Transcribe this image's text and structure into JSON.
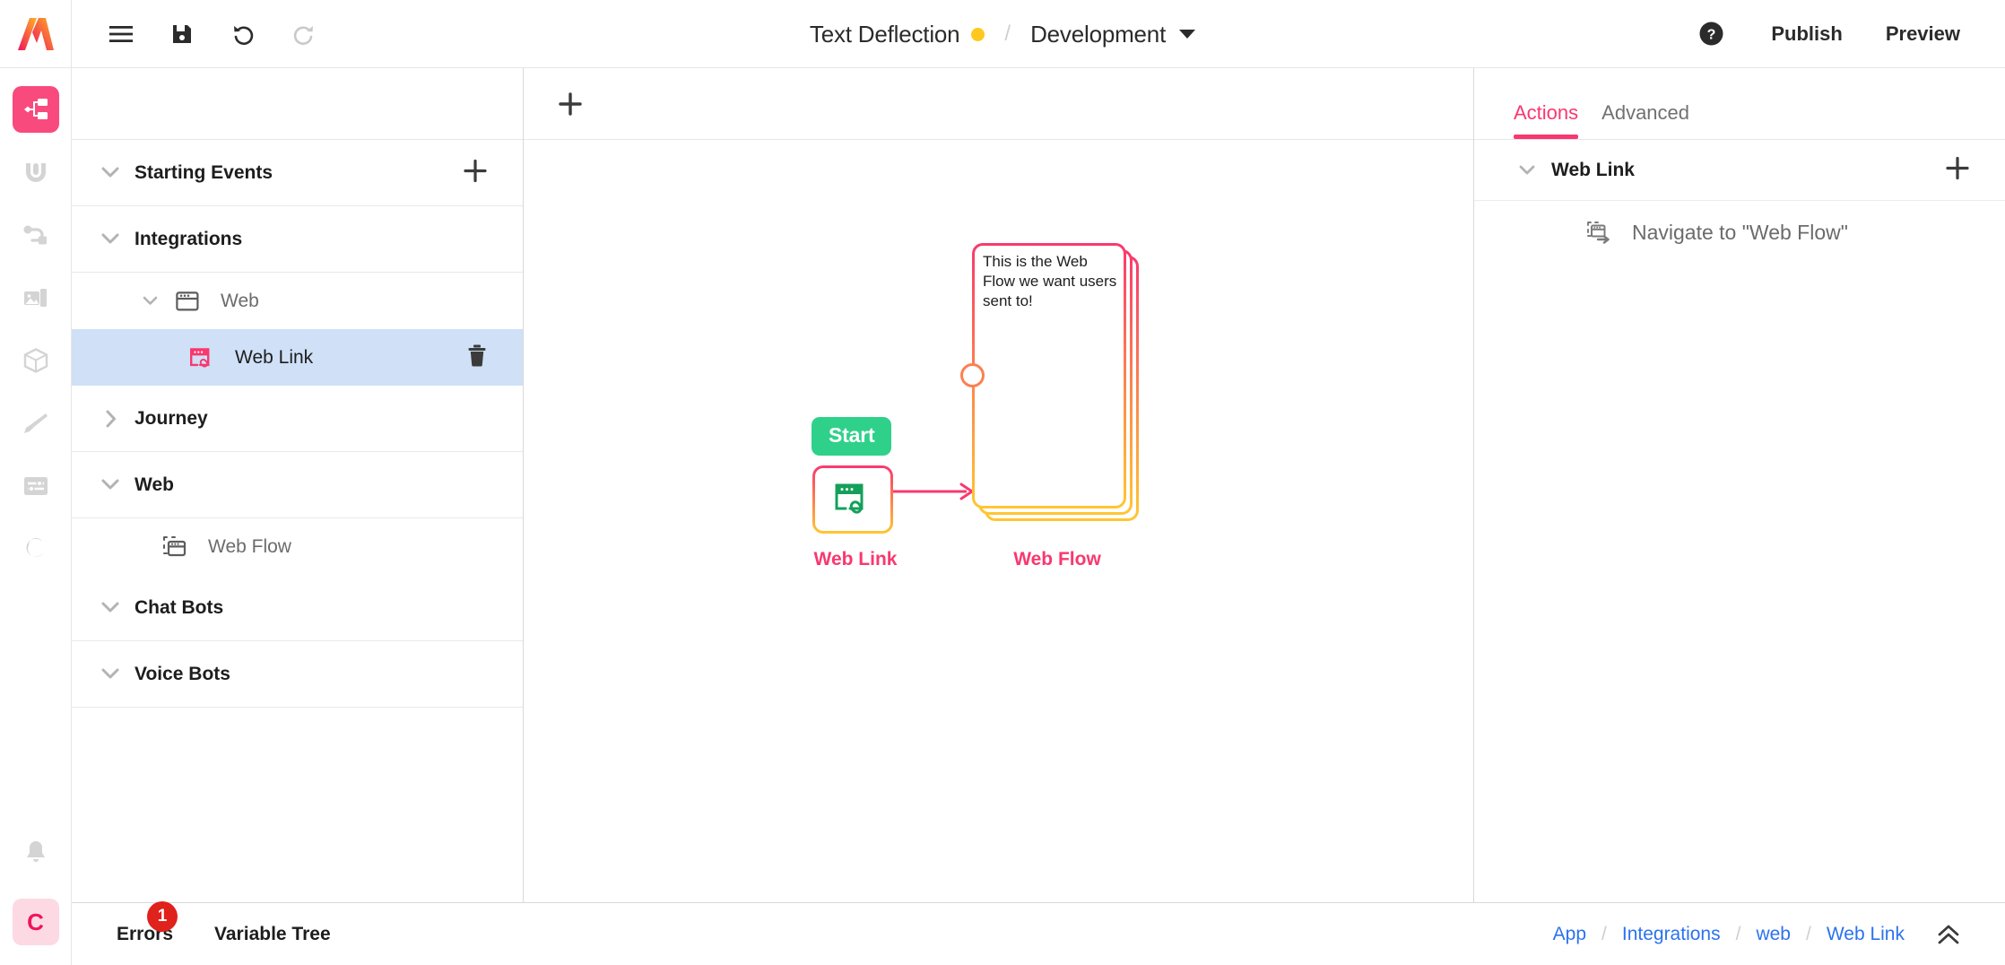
{
  "topbar": {
    "logo_name": "akira-logo",
    "icons": [
      {
        "name": "hamburger-menu-icon",
        "label": "Menu"
      },
      {
        "name": "save-icon",
        "label": "Save"
      },
      {
        "name": "undo-icon",
        "label": "Undo"
      },
      {
        "name": "redo-icon",
        "label": "Redo"
      }
    ],
    "project_title": "Text Deflection",
    "status_dot_color": "#ffc81e",
    "separator": "/",
    "environment": "Development",
    "help_icon": "help-circle-icon",
    "publish_label": "Publish",
    "preview_label": "Preview"
  },
  "rail": {
    "items": [
      {
        "name": "flow-builder-icon",
        "active": true
      },
      {
        "name": "analytics-icon",
        "active": false
      },
      {
        "name": "integrations-icon",
        "active": false
      },
      {
        "name": "media-library-icon",
        "active": false
      },
      {
        "name": "components-icon",
        "active": false
      },
      {
        "name": "theme-brush-icon",
        "active": false
      },
      {
        "name": "settings-sliders-icon",
        "active": false
      },
      {
        "name": "sync-icon",
        "active": false
      }
    ],
    "bell_icon": "notification-bell-icon",
    "avatar_initial": "C",
    "avatar_bg": "#fcd9e3",
    "avatar_fg": "#f0145a",
    "active_color": "#f94a7d"
  },
  "tree": {
    "add_icon": "plus-icon",
    "delete_icon": "trash-icon",
    "selection_color": "#cfe0f7",
    "groups": [
      {
        "label": "Starting Events",
        "expanded": true,
        "has_add": true,
        "children": []
      },
      {
        "label": "Integrations",
        "expanded": true,
        "has_add": false,
        "children": [
          {
            "label": "Web",
            "icon": "window-icon",
            "level": "sub",
            "expanded": true,
            "selected": false
          },
          {
            "label": "Web Link",
            "icon": "web-link-icon",
            "level": "leaf",
            "selected": true,
            "has_delete": true
          }
        ]
      },
      {
        "label": "Journey",
        "expanded": false,
        "has_add": false,
        "children": []
      },
      {
        "label": "Web",
        "expanded": true,
        "has_add": false,
        "children": [
          {
            "label": "Web Flow",
            "icon": "web-flow-icon",
            "level": "sub",
            "selected": false
          }
        ]
      },
      {
        "label": "Chat Bots",
        "expanded": true,
        "has_add": false,
        "children": []
      },
      {
        "label": "Voice Bots",
        "expanded": true,
        "has_add": false,
        "children": []
      }
    ]
  },
  "canvas": {
    "add_icon": "plus-icon",
    "start_badge": "Start",
    "start_badge_color": "#2fd18a",
    "node": {
      "label": "Web Link",
      "icon": "web-link-icon",
      "label_color": "#f9386f"
    },
    "flow_stack": {
      "label": "Web Flow",
      "note": "This is the Web Flow we want users sent to!",
      "card_count": 3,
      "label_color": "#f9386f",
      "port_icon": "connection-port-circle"
    },
    "connector_color": "#f9386f"
  },
  "right_panel": {
    "tabs": [
      {
        "label": "Actions",
        "active": true
      },
      {
        "label": "Advanced",
        "active": false
      }
    ],
    "accent_color": "#f9386f",
    "group": {
      "label": "Web Link",
      "expanded": true,
      "add_icon": "plus-icon"
    },
    "items": [
      {
        "label": "Navigate to \"Web Flow\"",
        "icon": "navigate-to-flow-icon"
      }
    ]
  },
  "bottombar": {
    "errors_label": "Errors",
    "errors_count": "1",
    "errors_badge_color": "#e0221c",
    "variable_tree_label": "Variable Tree",
    "breadcrumb": [
      {
        "label": "App"
      },
      {
        "label": "Integrations"
      },
      {
        "label": "web"
      },
      {
        "label": "Web Link"
      }
    ],
    "breadcrumb_sep": "/",
    "breadcrumb_color": "#2b72f0",
    "collapse_icon": "chevron-double-up-icon"
  }
}
